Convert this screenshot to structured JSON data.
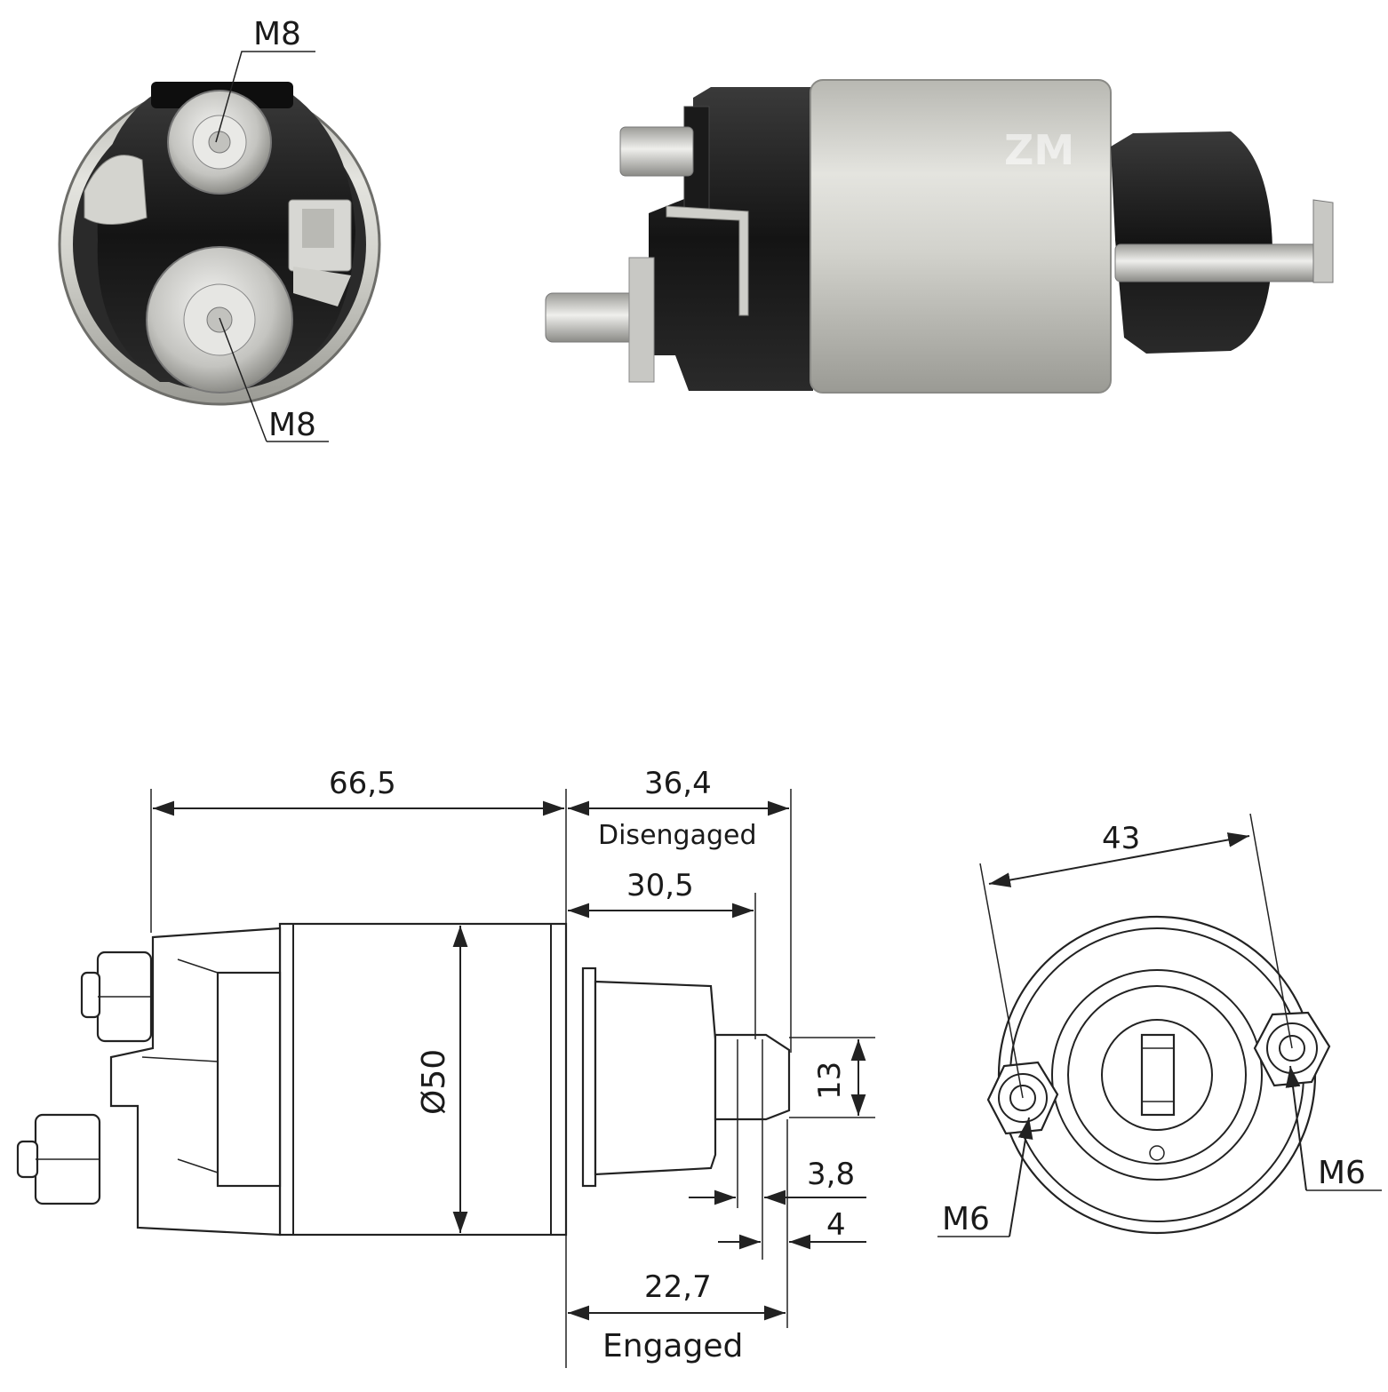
{
  "photos": {
    "front_face": {
      "thread_top": "M8",
      "thread_bottom": "M8"
    },
    "side_view": {
      "watermark": "ZM"
    }
  },
  "drawing_side": {
    "overall_length": "66,5",
    "disengaged_length": "36,4",
    "disengaged_label": "Disengaged",
    "stroke_length": "30,5",
    "diameter": "Ø50",
    "hook_height": "13",
    "gap_a": "3,8",
    "gap_b": "4",
    "engaged_length": "22,7",
    "engaged_label": "Engaged"
  },
  "drawing_end": {
    "mount_spacing": "43",
    "thread_left": "M6",
    "thread_right": "M6"
  },
  "colors": {
    "housing_silver": "#c9c9c4",
    "cap_black": "#1c1c1c",
    "line": "#222222"
  }
}
